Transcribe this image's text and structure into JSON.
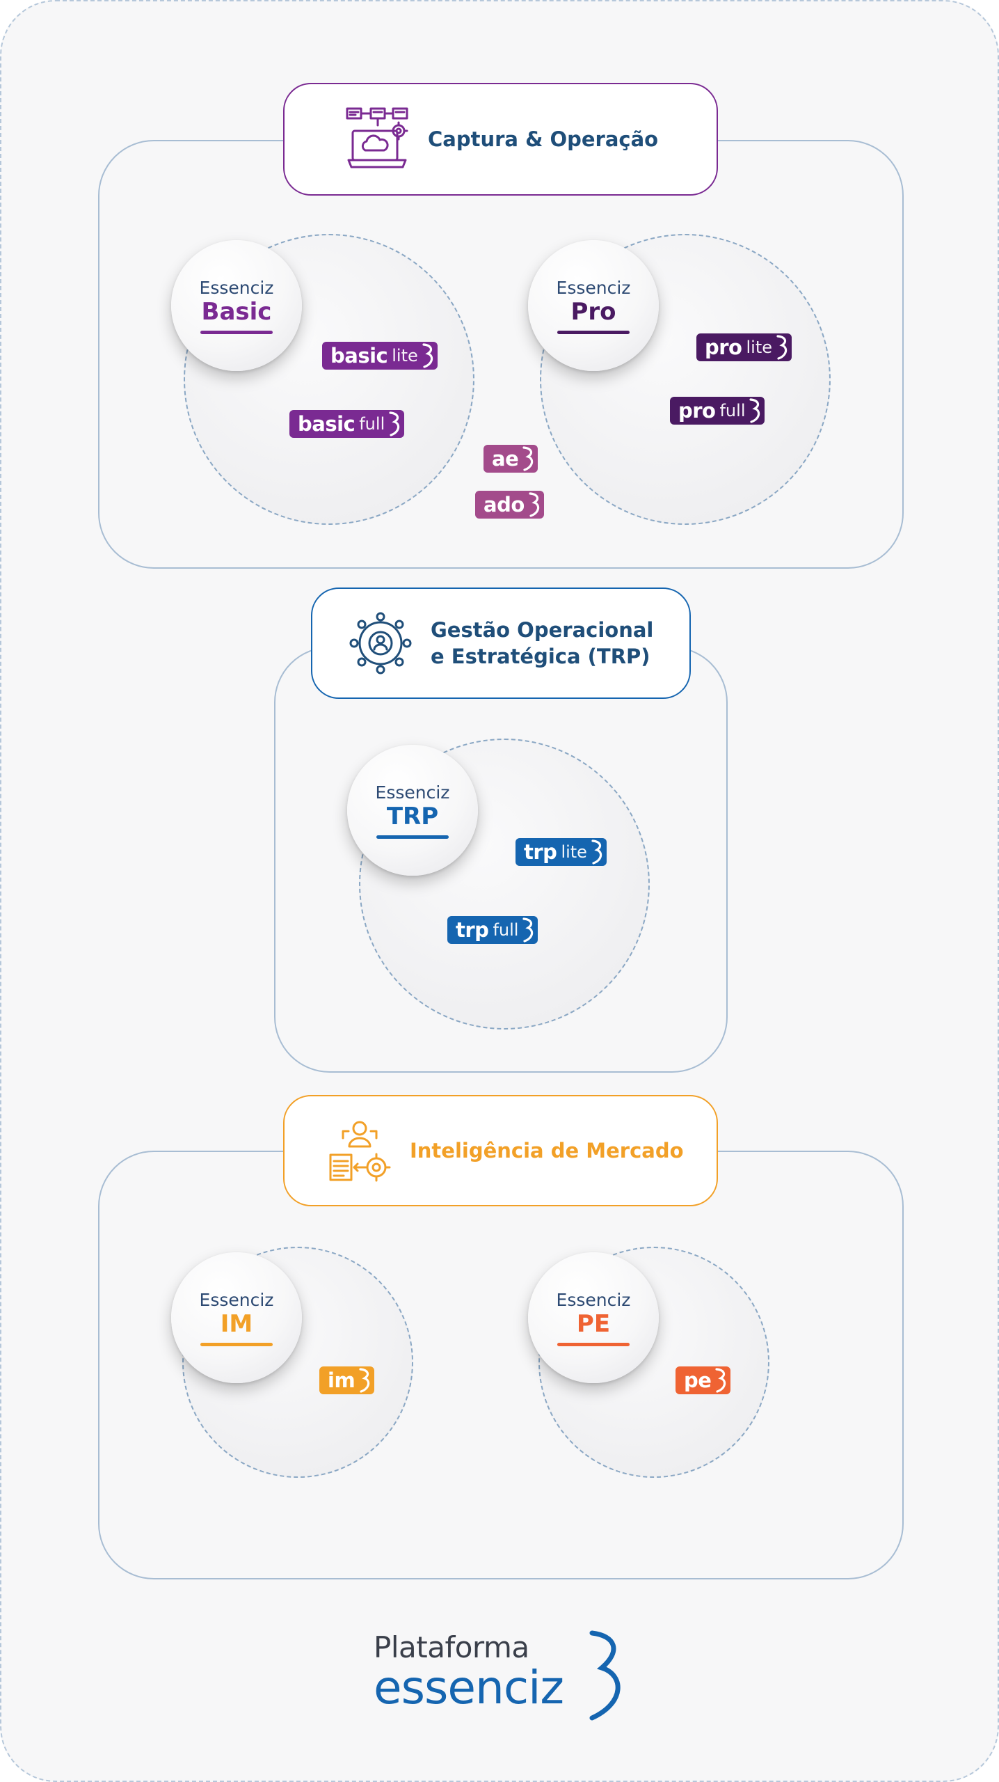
{
  "colors": {
    "purple": "#7a2a92",
    "dark_purple": "#4a1a62",
    "mauve": "#a34b8b",
    "blue": "#1565b0",
    "navy": "#1f4e79",
    "orange": "#f2a027",
    "red_orange": "#ef6333",
    "panel_border": "#a8bdd3"
  },
  "sections": [
    {
      "title": "Captura & Operação",
      "icon": "laptop-cloud-gear-icon",
      "products": [
        {
          "brand": "Essenciz",
          "name": "Basic",
          "modules": [
            {
              "main": "basic",
              "sub": "lite"
            },
            {
              "main": "basic",
              "sub": "full"
            }
          ]
        },
        {
          "brand": "Essenciz",
          "name": "Pro",
          "modules": [
            {
              "main": "pro",
              "sub": "lite"
            },
            {
              "main": "pro",
              "sub": "full"
            }
          ]
        }
      ],
      "shared_modules": [
        {
          "main": "ae",
          "sub": ""
        },
        {
          "main": "ado",
          "sub": ""
        }
      ]
    },
    {
      "title": "Gestão Operacional e Estratégica (TRP)",
      "title_lines": [
        "Gestão Operacional",
        "e Estratégica (TRP)"
      ],
      "icon": "user-network-icon",
      "products": [
        {
          "brand": "Essenciz",
          "name": "TRP",
          "modules": [
            {
              "main": "trp",
              "sub": "lite"
            },
            {
              "main": "trp",
              "sub": "full"
            }
          ]
        }
      ]
    },
    {
      "title": "Inteligência de Mercado",
      "icon": "analyst-document-gear-icon",
      "products": [
        {
          "brand": "Essenciz",
          "name": "IM",
          "modules": [
            {
              "main": "im",
              "sub": ""
            }
          ]
        },
        {
          "brand": "Essenciz",
          "name": "PE",
          "modules": [
            {
              "main": "pe",
              "sub": ""
            }
          ]
        }
      ]
    }
  ],
  "footer": {
    "line1": "Plataforma",
    "line2": "essenciz",
    "icon": "essenciz-swoosh-logo-icon"
  }
}
